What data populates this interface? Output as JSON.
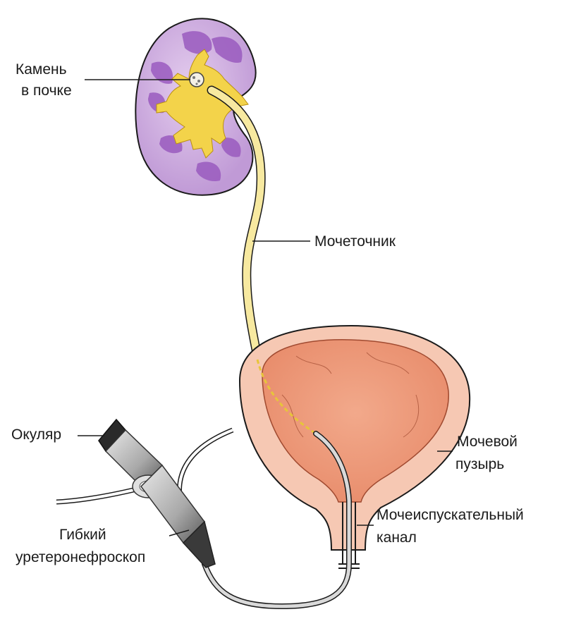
{
  "labels": {
    "kidney_stone": [
      "Камень",
      "в почке"
    ],
    "ureter": "Мочеточник",
    "bladder": [
      "Мочевой",
      "пузырь"
    ],
    "urethra": [
      "Мочеиспускательный",
      "канал"
    ],
    "eyepiece": "Окуляр",
    "scope": [
      "Гибкий",
      "уретеронефроскоп"
    ]
  },
  "colors": {
    "kidney_cortex": "#c7a3d9",
    "kidney_medulla": "#9a5bbf",
    "renal_pelvis": "#f3d34a",
    "bladder_outer": "#f6c8b3",
    "bladder_inner": "#ef9d7e",
    "scope_body": "#b8b8b8",
    "line": "#1a1a1a"
  }
}
